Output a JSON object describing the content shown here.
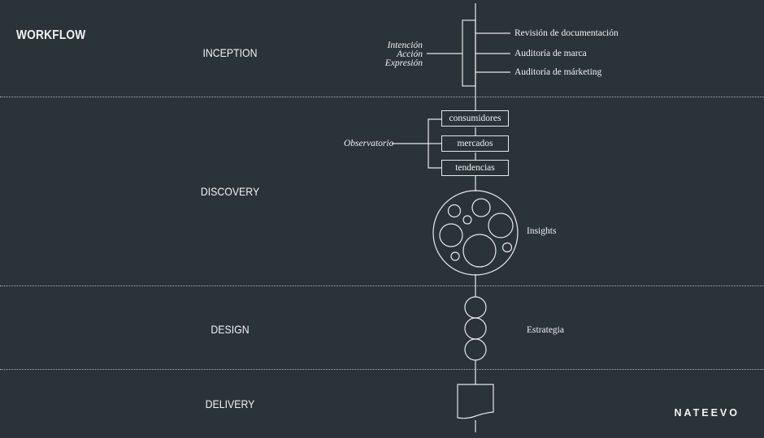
{
  "title": "WORKFLOW",
  "phases": {
    "inception": "INCEPTION",
    "discovery": "DISCOVERY",
    "design": "DESIGN",
    "delivery": "DELIVERY"
  },
  "inception": {
    "inputs": [
      "Intención",
      "Acción",
      "Expresión"
    ],
    "outputs": [
      "Revisión de documentación",
      "Auditoría de marca",
      "Auditoría de márketing"
    ]
  },
  "discovery": {
    "source": "Observatorio",
    "boxes": [
      "consumidores",
      "mercados",
      "tendencias"
    ],
    "insights_label": "Insights"
  },
  "design": {
    "label": "Estrategia"
  },
  "brand": "NATEEVO",
  "colors": {
    "background": "#2a3338",
    "line": "#e8e8e8",
    "separator": "#aab2b6"
  }
}
